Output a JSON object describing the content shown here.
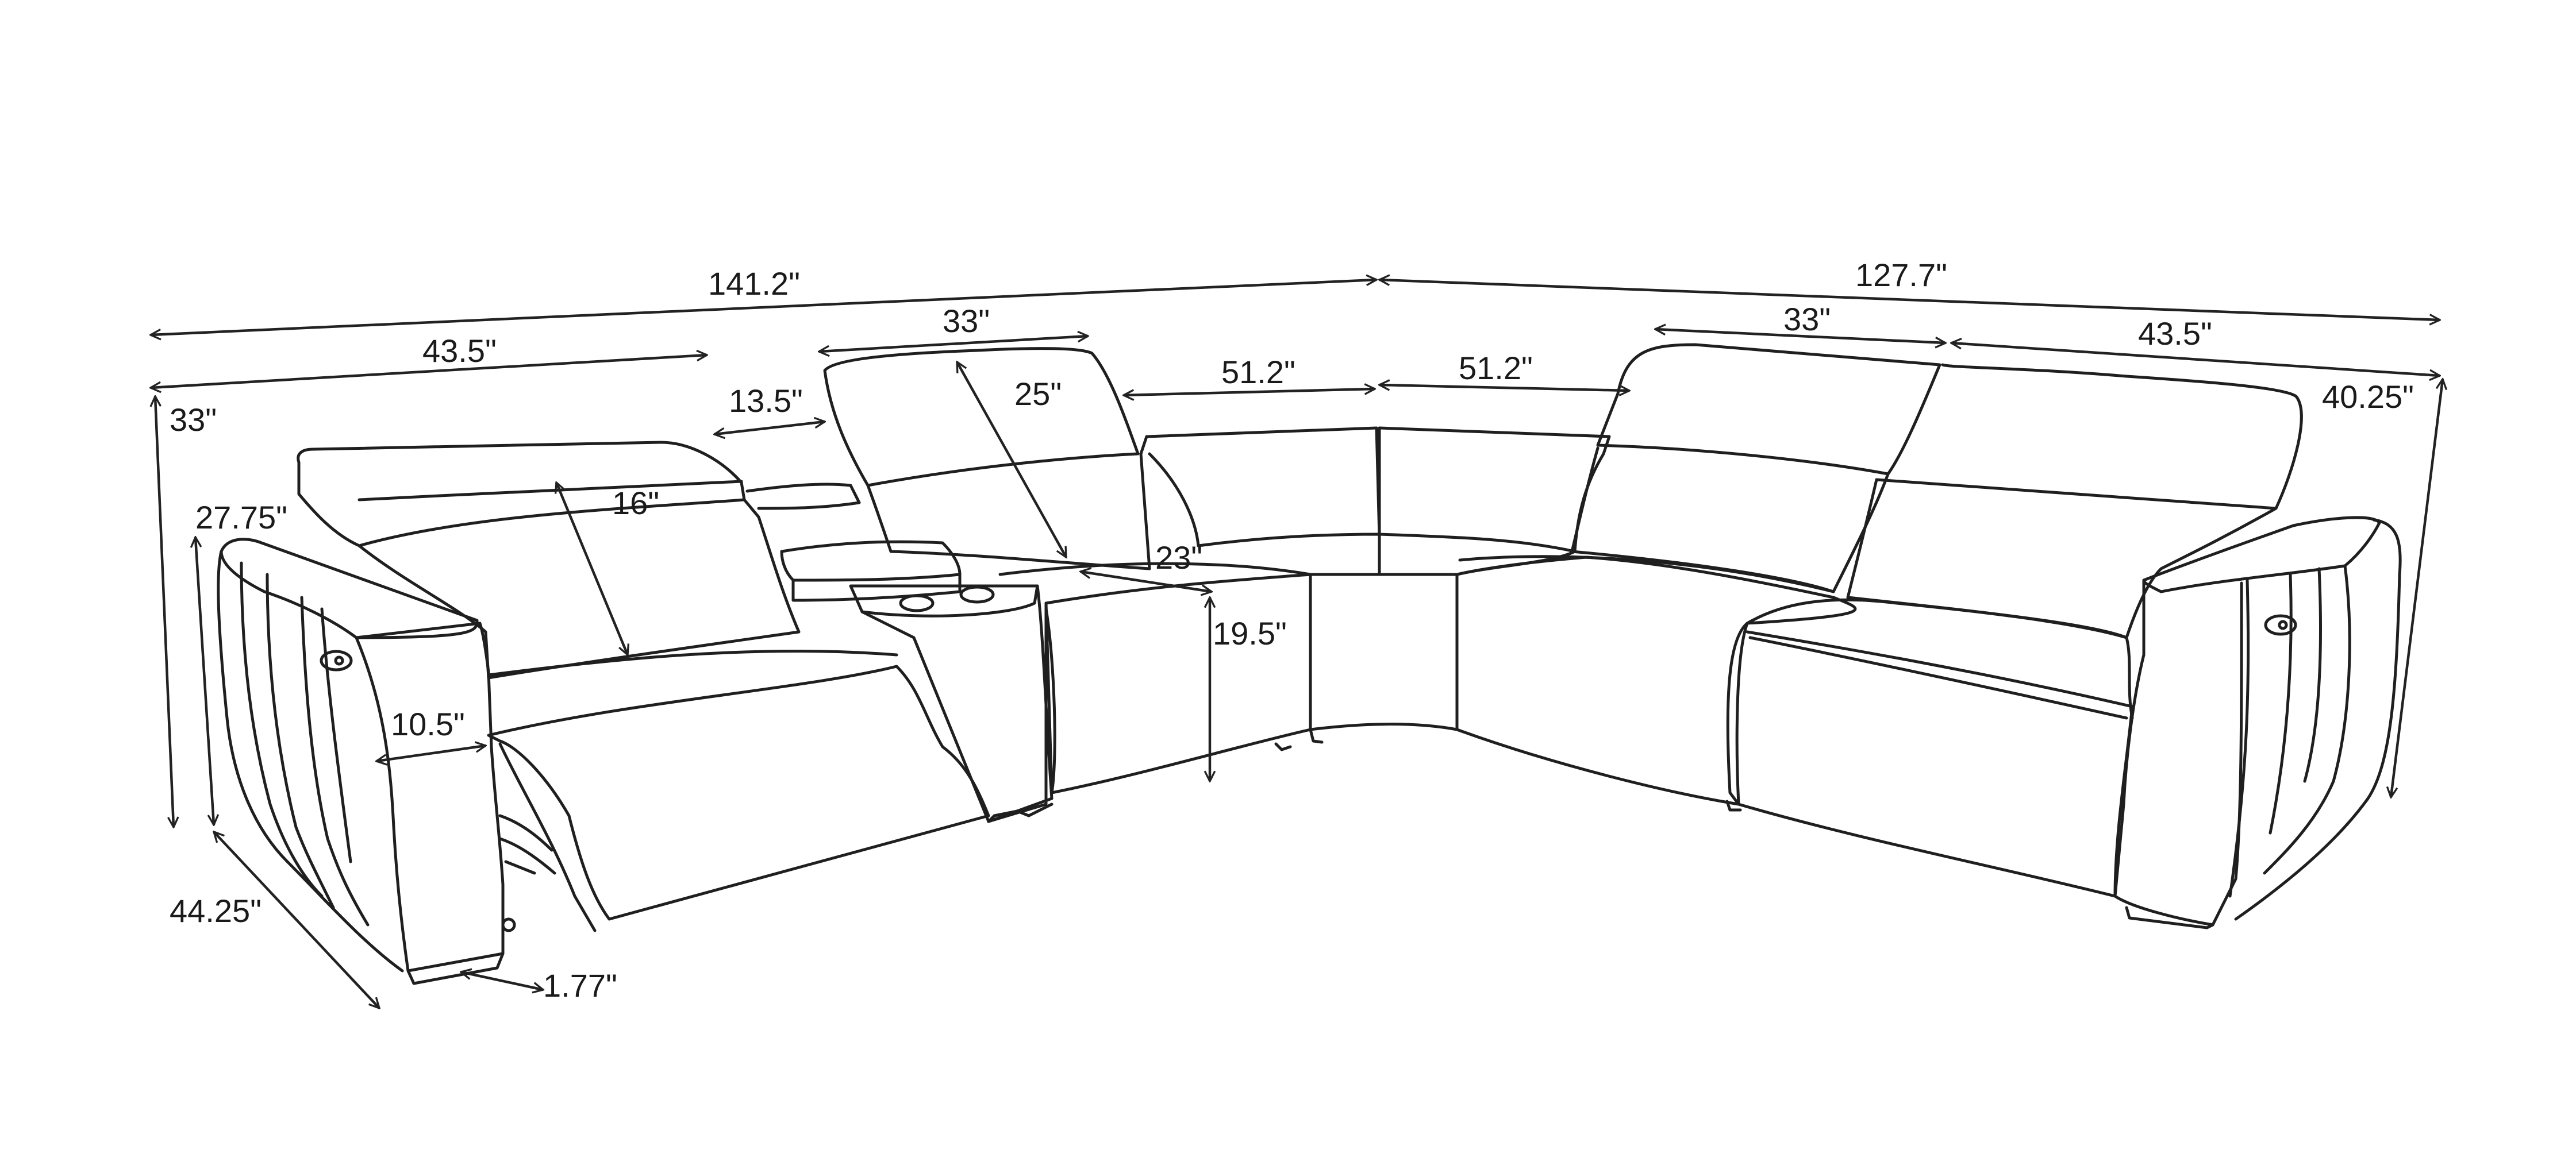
{
  "diagram": {
    "subject": "sectional-sofa-line-drawing",
    "line_color": "#1f1f1f",
    "background": "#ffffff",
    "dimensions": {
      "overall_width_left": "141.2\"",
      "overall_width_right": "127.7\"",
      "left_recliner_width": "43.5\"",
      "console_width": "13.5\"",
      "center_recliner_width": "33\"",
      "left_height": "33\"",
      "arm_height": "27.75\"",
      "depth": "44.25\"",
      "backrest_height": "16\"",
      "left_arm_width": "10.5\"",
      "leg_height": "1.77\"",
      "center_back_height": "25\"",
      "wedge_width_left": "51.2\"",
      "wedge_width_right": "51.2\"",
      "seat_depth": "23\"",
      "seat_height": "19.5\"",
      "right_recliner_width": "33\"",
      "right_end_width": "43.5\"",
      "right_height": "40.25\""
    }
  }
}
